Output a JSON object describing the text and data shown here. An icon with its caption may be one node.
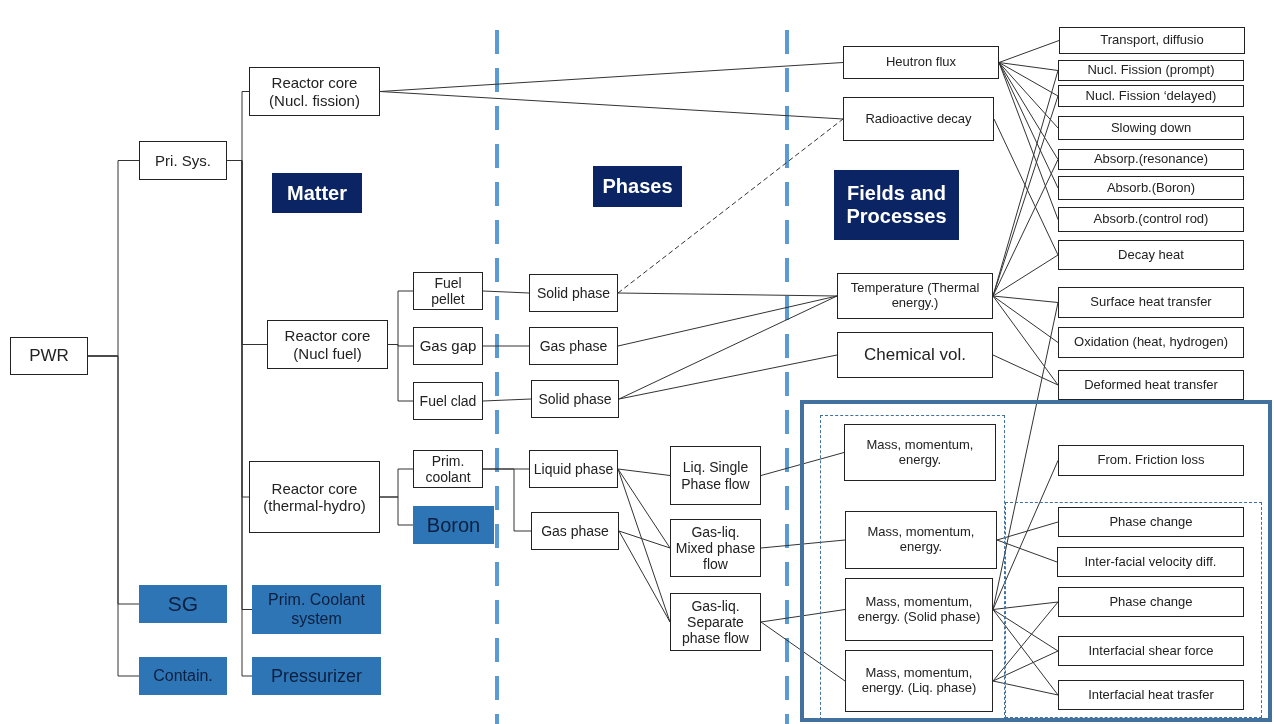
{
  "diagram": {
    "nodes": [
      {
        "text": [
          "PWR"
        ]
      },
      {
        "text": [
          "Pri. Sys."
        ]
      },
      {
        "text": [
          "SG"
        ]
      },
      {
        "text": [
          "Contain."
        ]
      },
      {
        "text": [
          "Reactor core (Nucl. fission)"
        ]
      },
      {
        "text": [
          "Reactor core (Nucl fuel)"
        ]
      },
      {
        "text": [
          "Reactor core (thermal-hydro)"
        ]
      },
      {
        "text": [
          "Prim. Coolant system"
        ]
      },
      {
        "text": [
          "Pressurizer"
        ]
      },
      {
        "text": [
          "Fuel pellet"
        ]
      },
      {
        "text": [
          "Gas gap"
        ]
      },
      {
        "text": [
          "Fuel clad"
        ]
      },
      {
        "text": [
          "Prim. coolant"
        ]
      },
      {
        "text": [
          "Boron"
        ]
      },
      {
        "text": [
          "Solid phase"
        ]
      },
      {
        "text": [
          "Gas phase"
        ]
      },
      {
        "text": [
          "Solid phase"
        ]
      },
      {
        "text": [
          "Liquid phase"
        ]
      },
      {
        "text": [
          "Gas phase"
        ]
      },
      {
        "text": [
          "Liq. Single Phase flow"
        ]
      },
      {
        "text": [
          "Gas-liq. Mixed phase flow"
        ]
      },
      {
        "text": [
          "Gas-liq. Separate phase flow"
        ]
      },
      {
        "text": [
          "Heutron flux"
        ]
      },
      {
        "text": [
          "Radioactive decay"
        ]
      },
      {
        "text": [
          "Temperature (Thermal energy.)"
        ]
      },
      {
        "text": [
          "Chemical vol."
        ]
      },
      {
        "text": [],
        "shape": "box"
      },
      {
        "text": [],
        "shape": "box",
        "in": 26
      },
      {
        "text": [
          "Mass, momentum, energy."
        ],
        "in": 27
      },
      {
        "text": [
          "Mass, momentum, energy."
        ],
        "in": 27
      },
      {
        "text": [
          "Mass, momentum, energy. (Solid phase)"
        ],
        "in": 27
      },
      {
        "text": [
          "Mass, momentum, energy. (Liq. phase)"
        ],
        "in": 27
      },
      {
        "text": [
          "Transport, diffusio"
        ]
      },
      {
        "text": [
          "Nucl. Fission (prompt)"
        ]
      },
      {
        "text": [
          "Nucl. Fission ‘delayed)"
        ]
      },
      {
        "text": [
          "Slowing down"
        ]
      },
      {
        "text": [
          "Absorp.(resonance)"
        ]
      },
      {
        "text": [
          "Absorb.(Boron)"
        ]
      },
      {
        "text": [
          "Absorb.(control rod)"
        ]
      },
      {
        "text": [
          "Decay heat"
        ]
      },
      {
        "text": [
          "Surface heat transfer"
        ]
      },
      {
        "text": [
          "Oxidation (heat, hydrogen)"
        ]
      },
      {
        "text": [
          "Deformed heat transfer"
        ]
      },
      {
        "text": [
          "From. Friction loss"
        ],
        "in": 26
      },
      {
        "text": [],
        "shape": "box",
        "in": 26
      },
      {
        "text": [
          "Phase change"
        ],
        "in": 44
      },
      {
        "text": [
          "Inter-facial velocity diff."
        ],
        "in": 44
      },
      {
        "text": [
          "Phase change"
        ],
        "in": 44
      },
      {
        "text": [
          "Interfacial shear force"
        ],
        "in": 44
      },
      {
        "text": [
          "Interfacial heat trasfer"
        ],
        "in": 44
      },
      {
        "text": [
          "Matter"
        ]
      },
      {
        "text": [
          "Phases"
        ]
      },
      {
        "text": [
          "Fields and Processes"
        ]
      }
    ],
    "edges": [
      {
        "from": 0,
        "to": 1,
        "arrow": "none"
      },
      {
        "from": 0,
        "to": 2,
        "arrow": "none"
      },
      {
        "from": 0,
        "to": 3,
        "arrow": "none"
      },
      {
        "from": 1,
        "to": 4,
        "arrow": "none"
      },
      {
        "from": 1,
        "to": 5,
        "arrow": "none"
      },
      {
        "from": 1,
        "to": 6,
        "arrow": "none"
      },
      {
        "from": 1,
        "to": 7,
        "arrow": "none"
      },
      {
        "from": 1,
        "to": 8,
        "arrow": "none"
      },
      {
        "from": 5,
        "to": 9,
        "arrow": "none"
      },
      {
        "from": 5,
        "to": 10,
        "arrow": "none"
      },
      {
        "from": 5,
        "to": 11,
        "arrow": "none"
      },
      {
        "from": 6,
        "to": 12,
        "arrow": "none"
      },
      {
        "from": 6,
        "to": 13,
        "arrow": "none"
      },
      {
        "from": 9,
        "to": 14,
        "arrow": "none"
      },
      {
        "from": 10,
        "to": 15,
        "arrow": "none"
      },
      {
        "from": 11,
        "to": 16,
        "arrow": "none"
      },
      {
        "from": 12,
        "to": 17,
        "arrow": "none"
      },
      {
        "from": 12,
        "to": 18,
        "arrow": "none"
      },
      {
        "from": 4,
        "to": 22,
        "arrow": "none"
      },
      {
        "from": 4,
        "to": 23,
        "arrow": "none"
      },
      {
        "from": 14,
        "to": 24,
        "arrow": "none"
      },
      {
        "from": 14,
        "to": 23,
        "arrow": "none",
        "style": "dashed"
      },
      {
        "from": 15,
        "to": 24,
        "arrow": "none"
      },
      {
        "from": 16,
        "to": 24,
        "arrow": "none"
      },
      {
        "from": 16,
        "to": 25,
        "arrow": "none"
      },
      {
        "from": 17,
        "to": 19,
        "arrow": "none"
      },
      {
        "from": 17,
        "to": 20,
        "arrow": "none"
      },
      {
        "from": 17,
        "to": 21,
        "arrow": "none"
      },
      {
        "from": 18,
        "to": 20,
        "arrow": "none"
      },
      {
        "from": 18,
        "to": 21,
        "arrow": "none"
      },
      {
        "from": 19,
        "to": 28,
        "arrow": "none"
      },
      {
        "from": 20,
        "to": 29,
        "arrow": "none"
      },
      {
        "from": 21,
        "to": 30,
        "arrow": "none"
      },
      {
        "from": 21,
        "to": 31,
        "arrow": "none"
      },
      {
        "from": 22,
        "to": 32,
        "arrow": "none"
      },
      {
        "from": 22,
        "to": 33,
        "arrow": "none"
      },
      {
        "from": 22,
        "to": 34,
        "arrow": "none"
      },
      {
        "from": 22,
        "to": 35,
        "arrow": "none"
      },
      {
        "from": 22,
        "to": 36,
        "arrow": "none"
      },
      {
        "from": 22,
        "to": 37,
        "arrow": "none"
      },
      {
        "from": 22,
        "to": 38,
        "arrow": "none"
      },
      {
        "from": 23,
        "to": 39,
        "arrow": "none"
      },
      {
        "from": 24,
        "to": 33,
        "arrow": "none"
      },
      {
        "from": 24,
        "to": 34,
        "arrow": "none"
      },
      {
        "from": 24,
        "to": 36,
        "arrow": "none"
      },
      {
        "from": 24,
        "to": 39,
        "arrow": "none"
      },
      {
        "from": 24,
        "to": 40,
        "arrow": "none"
      },
      {
        "from": 24,
        "to": 41,
        "arrow": "none"
      },
      {
        "from": 24,
        "to": 42,
        "arrow": "none"
      },
      {
        "from": 25,
        "to": 42,
        "arrow": "none"
      },
      {
        "from": 30,
        "to": 40,
        "arrow": "none"
      },
      {
        "from": 30,
        "to": 43,
        "arrow": "none"
      },
      {
        "from": 29,
        "to": 45,
        "arrow": "none"
      },
      {
        "from": 29,
        "to": 46,
        "arrow": "none"
      },
      {
        "from": 30,
        "to": 47,
        "arrow": "none"
      },
      {
        "from": 30,
        "to": 48,
        "arrow": "none"
      },
      {
        "from": 30,
        "to": 49,
        "arrow": "none"
      },
      {
        "from": 31,
        "to": 47,
        "arrow": "none"
      },
      {
        "from": 31,
        "to": 48,
        "arrow": "none"
      },
      {
        "from": 31,
        "to": 49,
        "arrow": "none"
      }
    ]
  }
}
